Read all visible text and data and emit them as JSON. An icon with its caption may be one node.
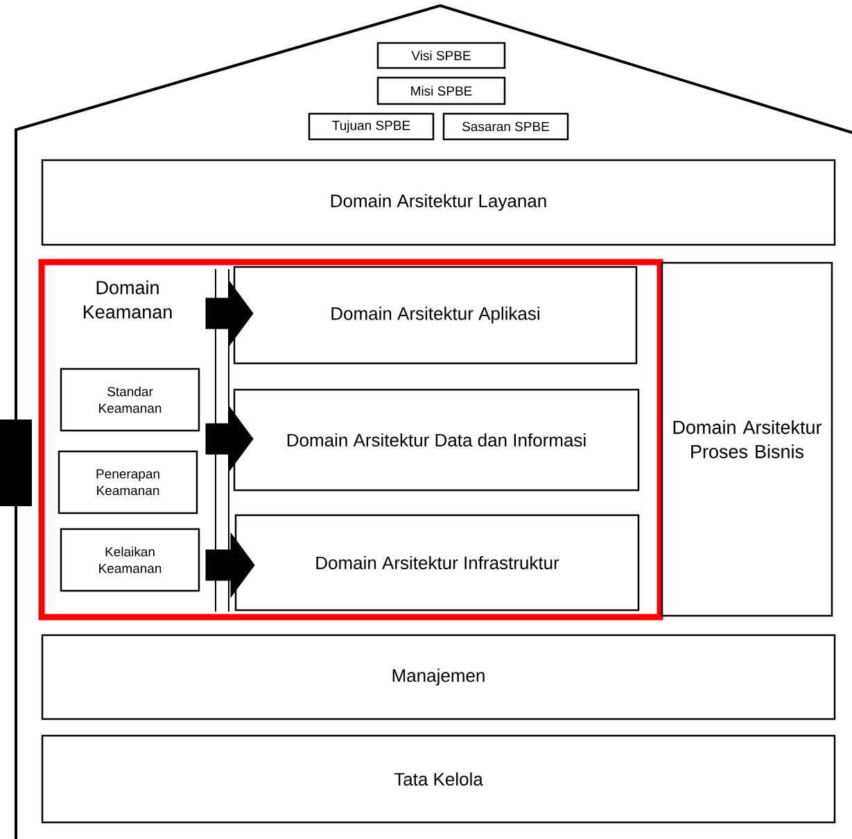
{
  "diagram": {
    "nodes": [
      {
        "text": [
          "Visi SPBE"
        ]
      },
      {
        "text": [
          "Misi SPBE"
        ]
      },
      {
        "text": [
          "Tujuan SPBE"
        ]
      },
      {
        "text": [
          "Sasaran SPBE"
        ]
      },
      {
        "text": [
          "Domain Arsitektur Layanan"
        ]
      },
      {
        "text": [
          "Domain Keamanan"
        ]
      },
      {
        "text": [
          "Standar Keamanan"
        ],
        "in": 5
      },
      {
        "text": [
          "Penerapan Keamanan"
        ],
        "in": 5
      },
      {
        "text": [
          "Kelaikan Keamanan"
        ],
        "in": 5
      },
      {
        "text": [
          "Domain Arsitektur Aplikasi"
        ],
        "in": 5
      },
      {
        "text": [
          "Domain Arsitektur Data dan Informasi"
        ],
        "in": 5
      },
      {
        "text": [
          "Domain Arsitektur Infrastruktur"
        ],
        "in": 5
      },
      {
        "text": [
          "Domain Arsitektur Proses Bisnis"
        ]
      },
      {
        "text": [
          "Manajemen"
        ]
      },
      {
        "text": [
          "Tata Kelola"
        ]
      }
    ],
    "edges": [
      {
        "from": 5,
        "to": 9,
        "arrow": "to",
        "style": "thick"
      },
      {
        "from": 5,
        "to": 10,
        "arrow": "to",
        "style": "thick"
      },
      {
        "from": 5,
        "to": 11,
        "arrow": "to",
        "style": "thick"
      }
    ]
  }
}
